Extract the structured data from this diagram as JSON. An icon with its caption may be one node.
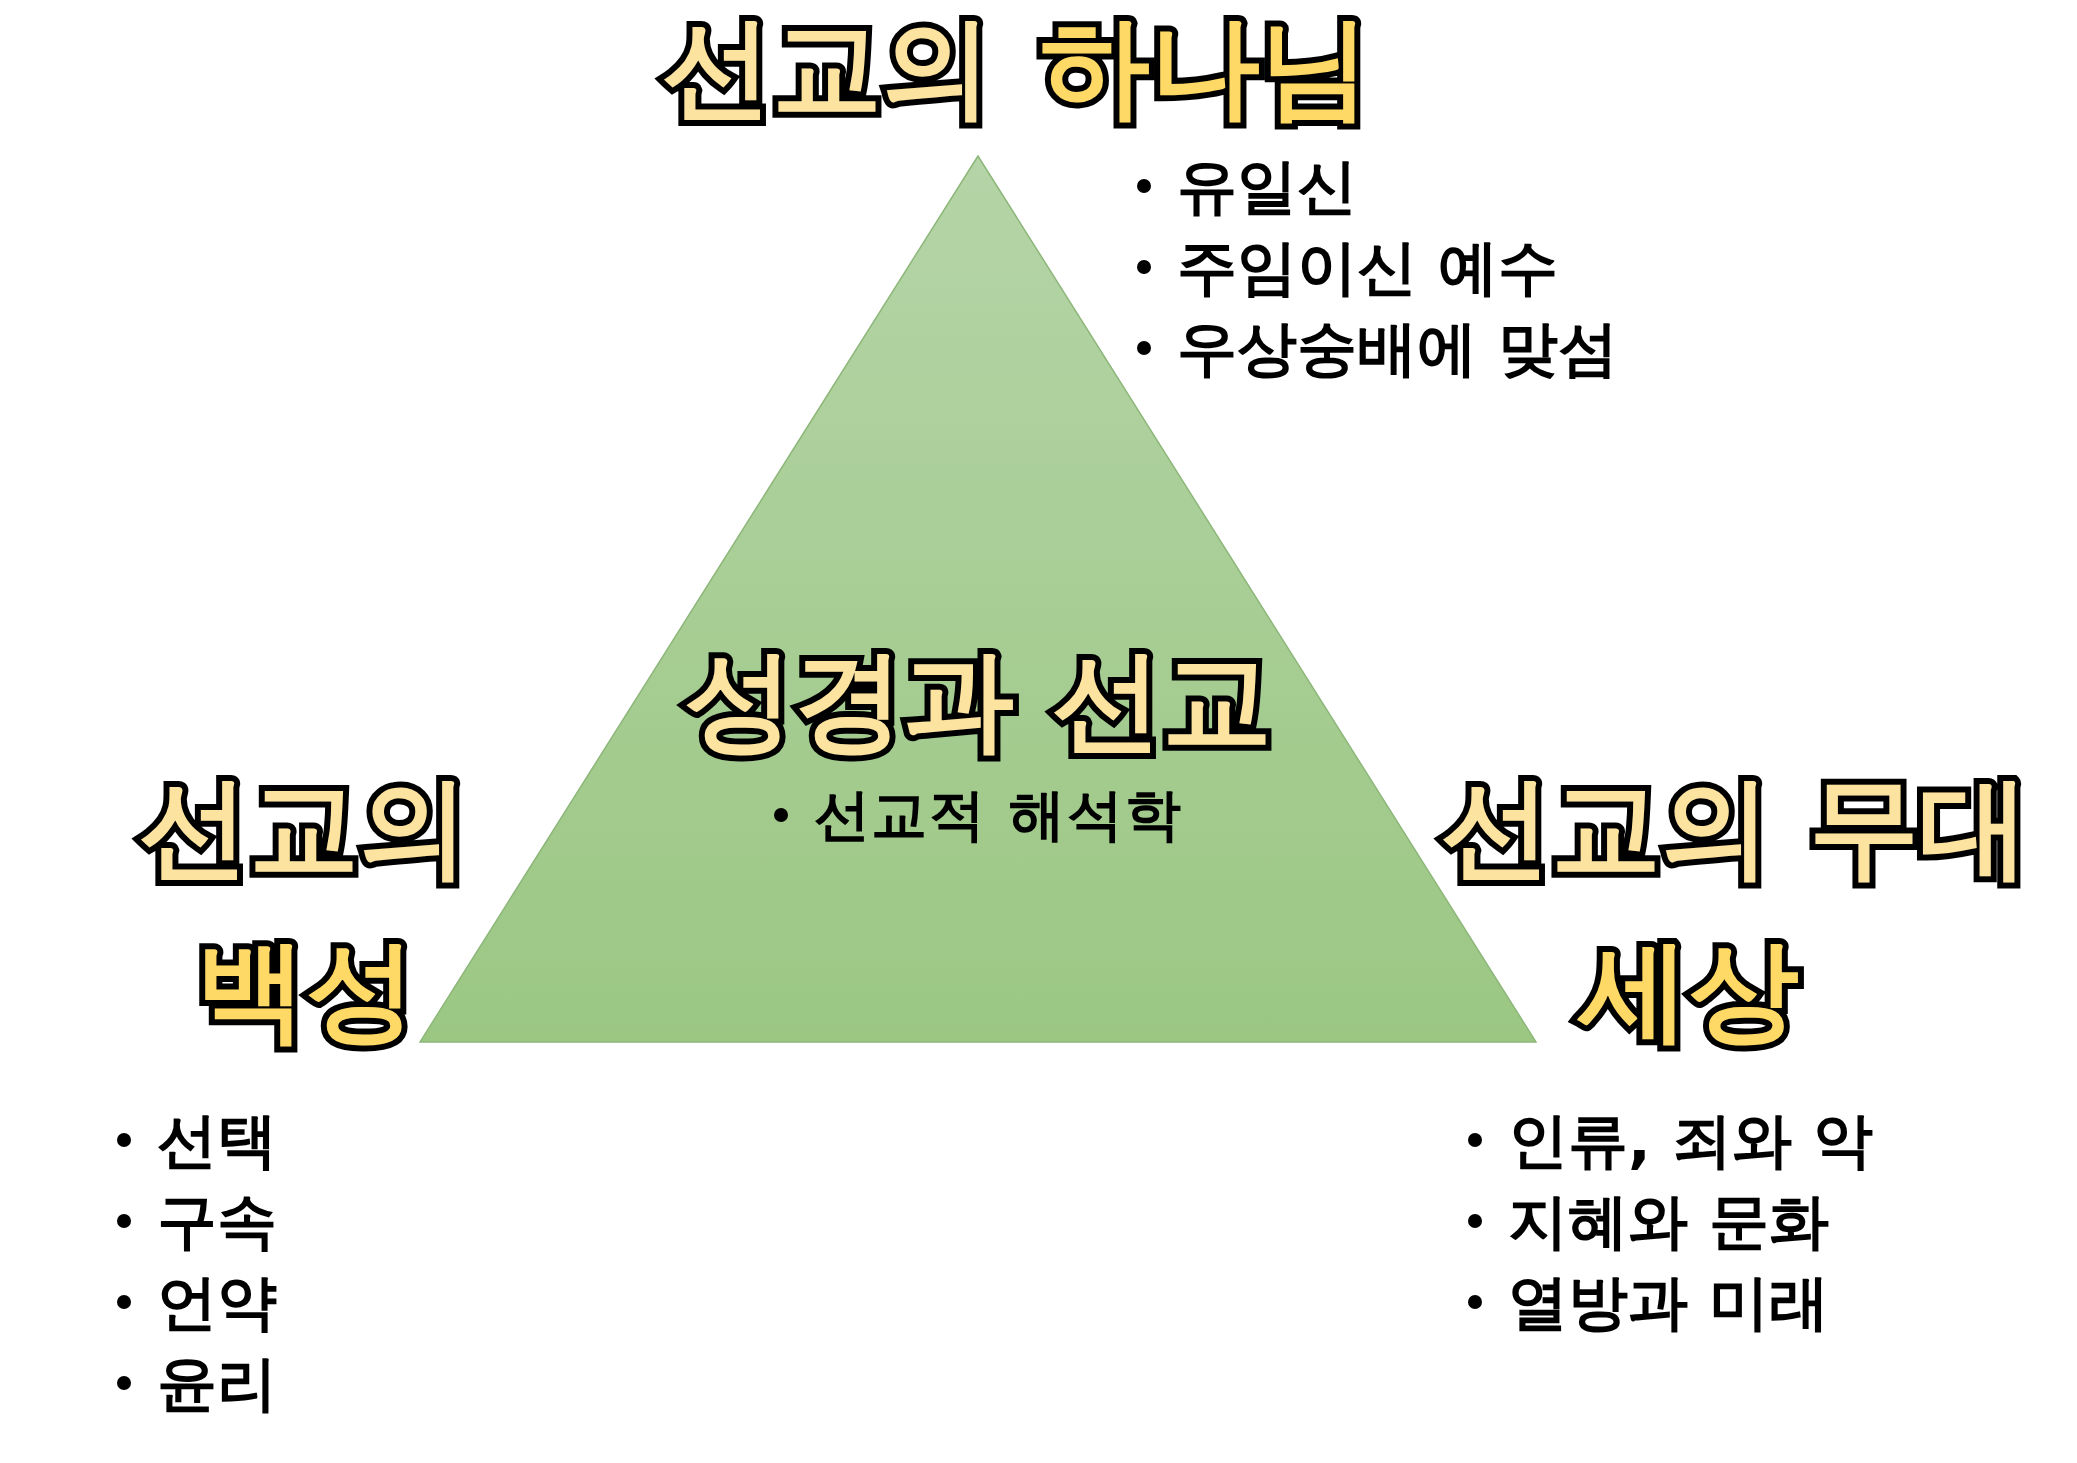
{
  "diagram": {
    "nodes": [
      {
        "text": [
          "성경과 선교",
          "선교적 해석학"
        ]
      }
    ],
    "labels": [
      "선교의",
      "하나님",
      "유일신",
      "주임이신 예수",
      "우상숭배에 맞섬",
      "선교의",
      "백성",
      "선택",
      "구속",
      "언약",
      "윤리",
      "선교의 무대",
      "세상",
      "인류, 죄와 악",
      "지혜와 문화",
      "열방과 미래"
    ]
  }
}
